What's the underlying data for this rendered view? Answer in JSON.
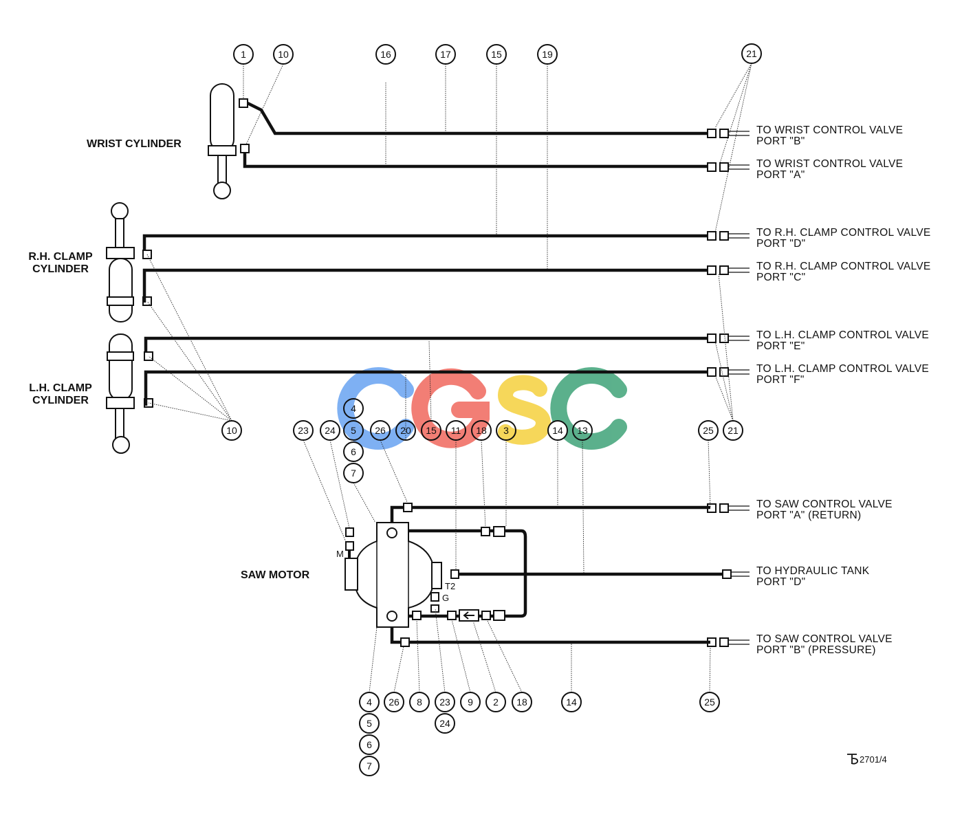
{
  "components": {
    "wrist": "WRIST CYLINDER",
    "rh_clamp_1": "R.H. CLAMP",
    "rh_clamp_2": "CYLINDER",
    "lh_clamp_1": "L.H. CLAMP",
    "lh_clamp_2": "CYLINDER",
    "saw_motor": "SAW MOTOR"
  },
  "ports": [
    {
      "l1": "TO WRIST CONTROL VALVE",
      "l2": "PORT \"B\""
    },
    {
      "l1": "TO WRIST CONTROL VALVE",
      "l2": "PORT \"A\""
    },
    {
      "l1": "TO R.H. CLAMP CONTROL VALVE",
      "l2": "PORT \"D\""
    },
    {
      "l1": "TO R.H. CLAMP CONTROL VALVE",
      "l2": "PORT \"C\""
    },
    {
      "l1": "TO L.H. CLAMP CONTROL VALVE",
      "l2": "PORT \"E\""
    },
    {
      "l1": "TO L.H. CLAMP CONTROL VALVE",
      "l2": "PORT \"F\""
    },
    {
      "l1": "TO SAW CONTROL VALVE",
      "l2": "PORT \"A\" (RETURN)"
    },
    {
      "l1": "TO HYDRAULIC TANK",
      "l2": "PORT \"D\""
    },
    {
      "l1": "TO SAW CONTROL VALVE",
      "l2": "PORT \"B\" (PRESSURE)"
    }
  ],
  "callouts_top": [
    "1",
    "10",
    "16",
    "17",
    "15",
    "19",
    "21"
  ],
  "callouts_mid": [
    "10",
    "23",
    "24",
    "4",
    "5",
    "6",
    "7",
    "26",
    "20",
    "15",
    "11",
    "18",
    "3",
    "14",
    "13",
    "25",
    "21"
  ],
  "callouts_bottom": [
    "4",
    "5",
    "6",
    "7",
    "26",
    "8",
    "23",
    "24",
    "9",
    "2",
    "18",
    "14",
    "25"
  ],
  "motor_marks": {
    "m": "M",
    "t2": "T2",
    "g": "G"
  },
  "watermark": "CGSC",
  "drawing_number": "2701/4",
  "colors": {
    "line": "#111111",
    "wm_c1": "#5b9bf0",
    "wm_g": "#ef5b4f",
    "wm_s": "#f4cc2d",
    "wm_c2": "#2e9b6c"
  }
}
